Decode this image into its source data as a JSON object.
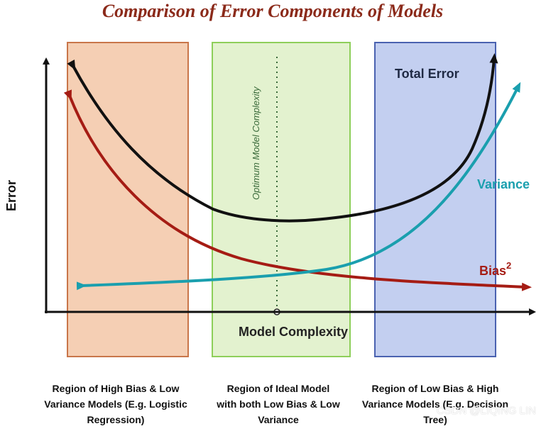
{
  "title": "Comparison of Error Components of Models",
  "axes": {
    "y_label": "Error",
    "x_label": "Model Complexity"
  },
  "optimum_label": "Optimum Model Complexity",
  "curves": {
    "total_error": "Total Error",
    "variance": "Variance",
    "bias_base": "Bias",
    "bias_exp": "2"
  },
  "regions": [
    {
      "label": "Region of High Bias & Low\nVariance Models (E.g. Logistic\nRegression)"
    },
    {
      "label": "Region of Ideal Model\nwith both Low Bias & Low\nVariance"
    },
    {
      "label": "Region of Low Bias & High\nVariance Models (E.g. Decision\nTree)"
    }
  ],
  "watermark": "CSDN @LIQING LIN",
  "colors": {
    "title": "#8b2a1a",
    "total_error": "#111111",
    "variance": "#1a9fae",
    "bias": "#a51c14",
    "region_left_fill": "#f5cfb4",
    "region_left_stroke": "#c9764a",
    "region_mid_fill": "#e3f2cf",
    "region_mid_stroke": "#8ecf5a",
    "region_right_fill": "#c3cff0",
    "region_right_stroke": "#4a62b0"
  }
}
